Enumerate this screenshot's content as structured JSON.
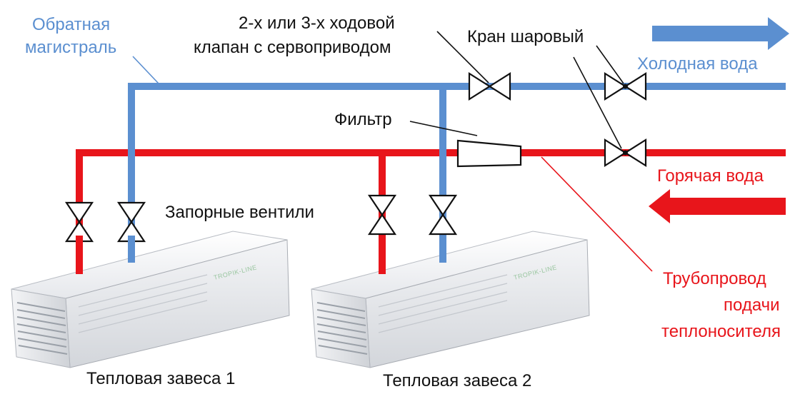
{
  "labels": {
    "return_main_line1": "Обратная",
    "return_main_line2": "магистраль",
    "valve_type_line1": "2-х или 3-х ходовой",
    "valve_type_line2": "клапан с сервоприводом",
    "ball_valve": "Кран шаровый",
    "cold_water": "Холодная вода",
    "filter": "Фильтр",
    "hot_water": "Горячая вода",
    "shutoff_valves": "Запорные вентили",
    "supply_pipe_line1": "Трубопровод",
    "supply_pipe_line2": "подачи",
    "supply_pipe_line3": "теплоносителя",
    "curtain1": "Тепловая завеса 1",
    "curtain2": "Тепловая завеса 2",
    "brand": "TROPIK-LINE"
  },
  "colors": {
    "cold_pipe": "#5b8fd0",
    "hot_pipe": "#e8151b",
    "leader_line": "#111111"
  }
}
